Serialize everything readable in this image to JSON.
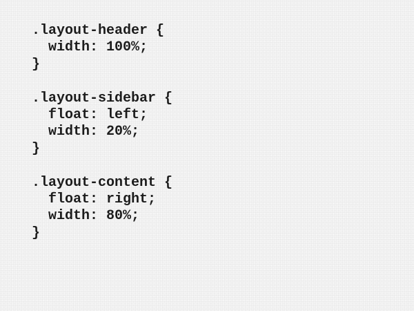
{
  "code": {
    "lines": [
      ".layout-header {",
      "  width: 100%;",
      "}",
      "",
      ".layout-sidebar {",
      "  float: left;",
      "  width: 20%;",
      "}",
      "",
      ".layout-content {",
      "  float: right;",
      "  width: 80%;",
      "}"
    ]
  }
}
